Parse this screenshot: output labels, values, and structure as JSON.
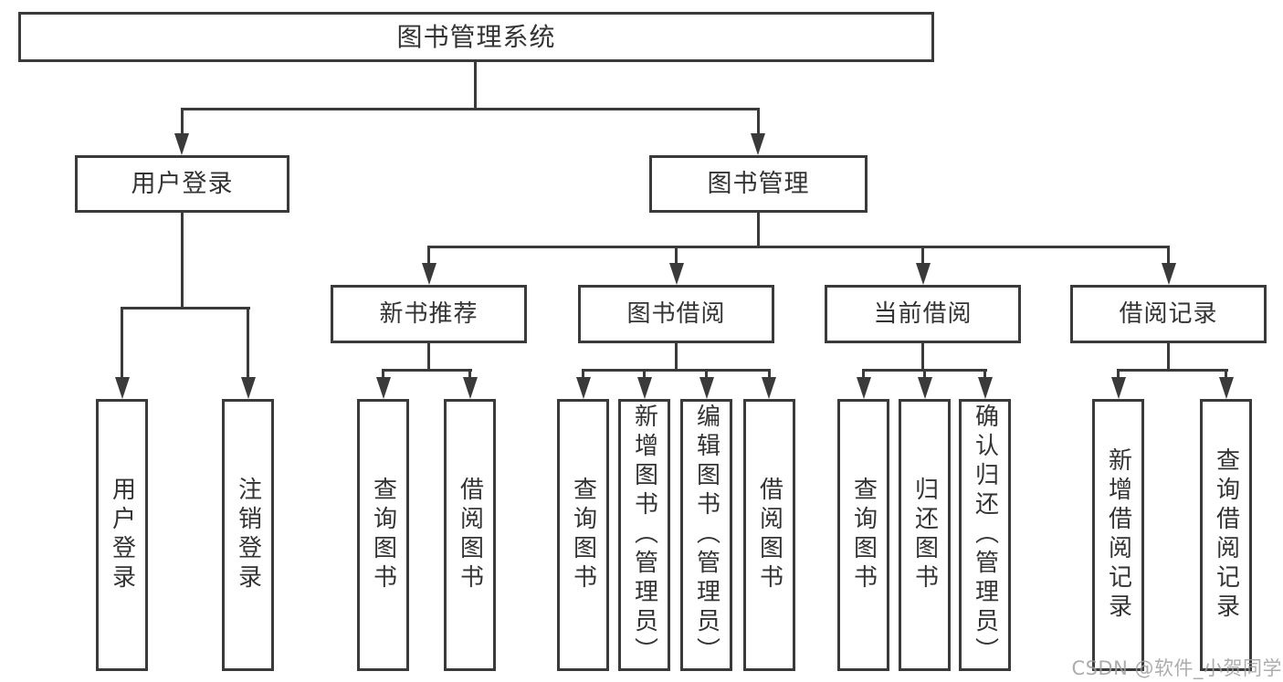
{
  "watermark": "CSDN @软件_小贺同学",
  "colors": {
    "line": "#3a3a3a",
    "border": "#3a3a3a",
    "text": "#333333",
    "background": "#ffffff",
    "watermark": "#9e9e9e"
  },
  "nodes": {
    "root": {
      "label": "图书管理系统"
    },
    "user_login": {
      "label": "用户登录"
    },
    "book_mgmt": {
      "label": "图书管理"
    },
    "new_book_rec": {
      "label": "新书推荐"
    },
    "book_borrow": {
      "label": "图书借阅"
    },
    "current_borrow": {
      "label": "当前借阅"
    },
    "borrow_record": {
      "label": "借阅记录"
    },
    "leaf_user_login": {
      "label": "用户登录"
    },
    "leaf_logout": {
      "label": "注销登录"
    },
    "leaf_rec_query": {
      "label": "查询图书"
    },
    "leaf_rec_borrow": {
      "label": "借阅图书"
    },
    "leaf_bb_query": {
      "label": "查询图书"
    },
    "leaf_bb_add": {
      "label": "新增图书（管理员）"
    },
    "leaf_bb_edit": {
      "label": "编辑图书（管理员）"
    },
    "leaf_bb_borrow": {
      "label": "借阅图书"
    },
    "leaf_cb_query": {
      "label": "查询图书"
    },
    "leaf_cb_return": {
      "label": "归还图书"
    },
    "leaf_cb_confirm": {
      "label": "确认归还（管理员）"
    },
    "leaf_br_add": {
      "label": "新增借阅记录"
    },
    "leaf_br_query": {
      "label": "查询借阅记录"
    }
  },
  "edges": [
    {
      "from": "root",
      "to": "user_login"
    },
    {
      "from": "root",
      "to": "book_mgmt"
    },
    {
      "from": "user_login",
      "to": "leaf_user_login"
    },
    {
      "from": "user_login",
      "to": "leaf_logout"
    },
    {
      "from": "book_mgmt",
      "to": "new_book_rec"
    },
    {
      "from": "book_mgmt",
      "to": "book_borrow"
    },
    {
      "from": "book_mgmt",
      "to": "current_borrow"
    },
    {
      "from": "book_mgmt",
      "to": "borrow_record"
    },
    {
      "from": "new_book_rec",
      "to": "leaf_rec_query"
    },
    {
      "from": "new_book_rec",
      "to": "leaf_rec_borrow"
    },
    {
      "from": "book_borrow",
      "to": "leaf_bb_query"
    },
    {
      "from": "book_borrow",
      "to": "leaf_bb_add"
    },
    {
      "from": "book_borrow",
      "to": "leaf_bb_edit"
    },
    {
      "from": "book_borrow",
      "to": "leaf_bb_borrow"
    },
    {
      "from": "current_borrow",
      "to": "leaf_cb_query"
    },
    {
      "from": "current_borrow",
      "to": "leaf_cb_return"
    },
    {
      "from": "current_borrow",
      "to": "leaf_cb_confirm"
    },
    {
      "from": "borrow_record",
      "to": "leaf_br_add"
    },
    {
      "from": "borrow_record",
      "to": "leaf_br_query"
    }
  ]
}
